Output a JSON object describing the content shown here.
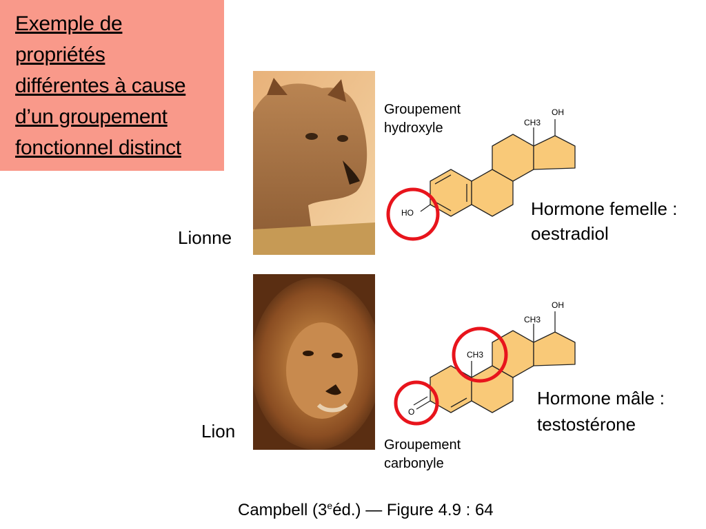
{
  "title": {
    "lines": [
      "Exemple de",
      "propriétés",
      "différentes à cause",
      "d’un groupement",
      "fonctionnel distinct"
    ]
  },
  "female": {
    "animal_label": "Lionne",
    "group_label": [
      "Groupement",
      "hydroxyle"
    ],
    "hormone_label": [
      "Hormone femelle :",
      "oestradiol"
    ],
    "atoms": {
      "oh": "OH",
      "ch3": "CH3",
      "ho": "HO"
    }
  },
  "male": {
    "animal_label": "Lion",
    "group_label": [
      "Groupement",
      "carbonyle"
    ],
    "hormone_label": [
      "Hormone mâle :",
      "testostérone"
    ],
    "atoms": {
      "oh": "OH",
      "ch3_top": "CH3",
      "ch3_mid": "CH3",
      "o": "O"
    }
  },
  "footer": {
    "pre": "Campbell  (3",
    "sup": "e",
    "post": "éd.) — Figure 4.9 : 64"
  },
  "colors": {
    "title_bg": "#f9998a",
    "ring_fill": "#f9c978",
    "highlight_circle": "#e8141c"
  }
}
